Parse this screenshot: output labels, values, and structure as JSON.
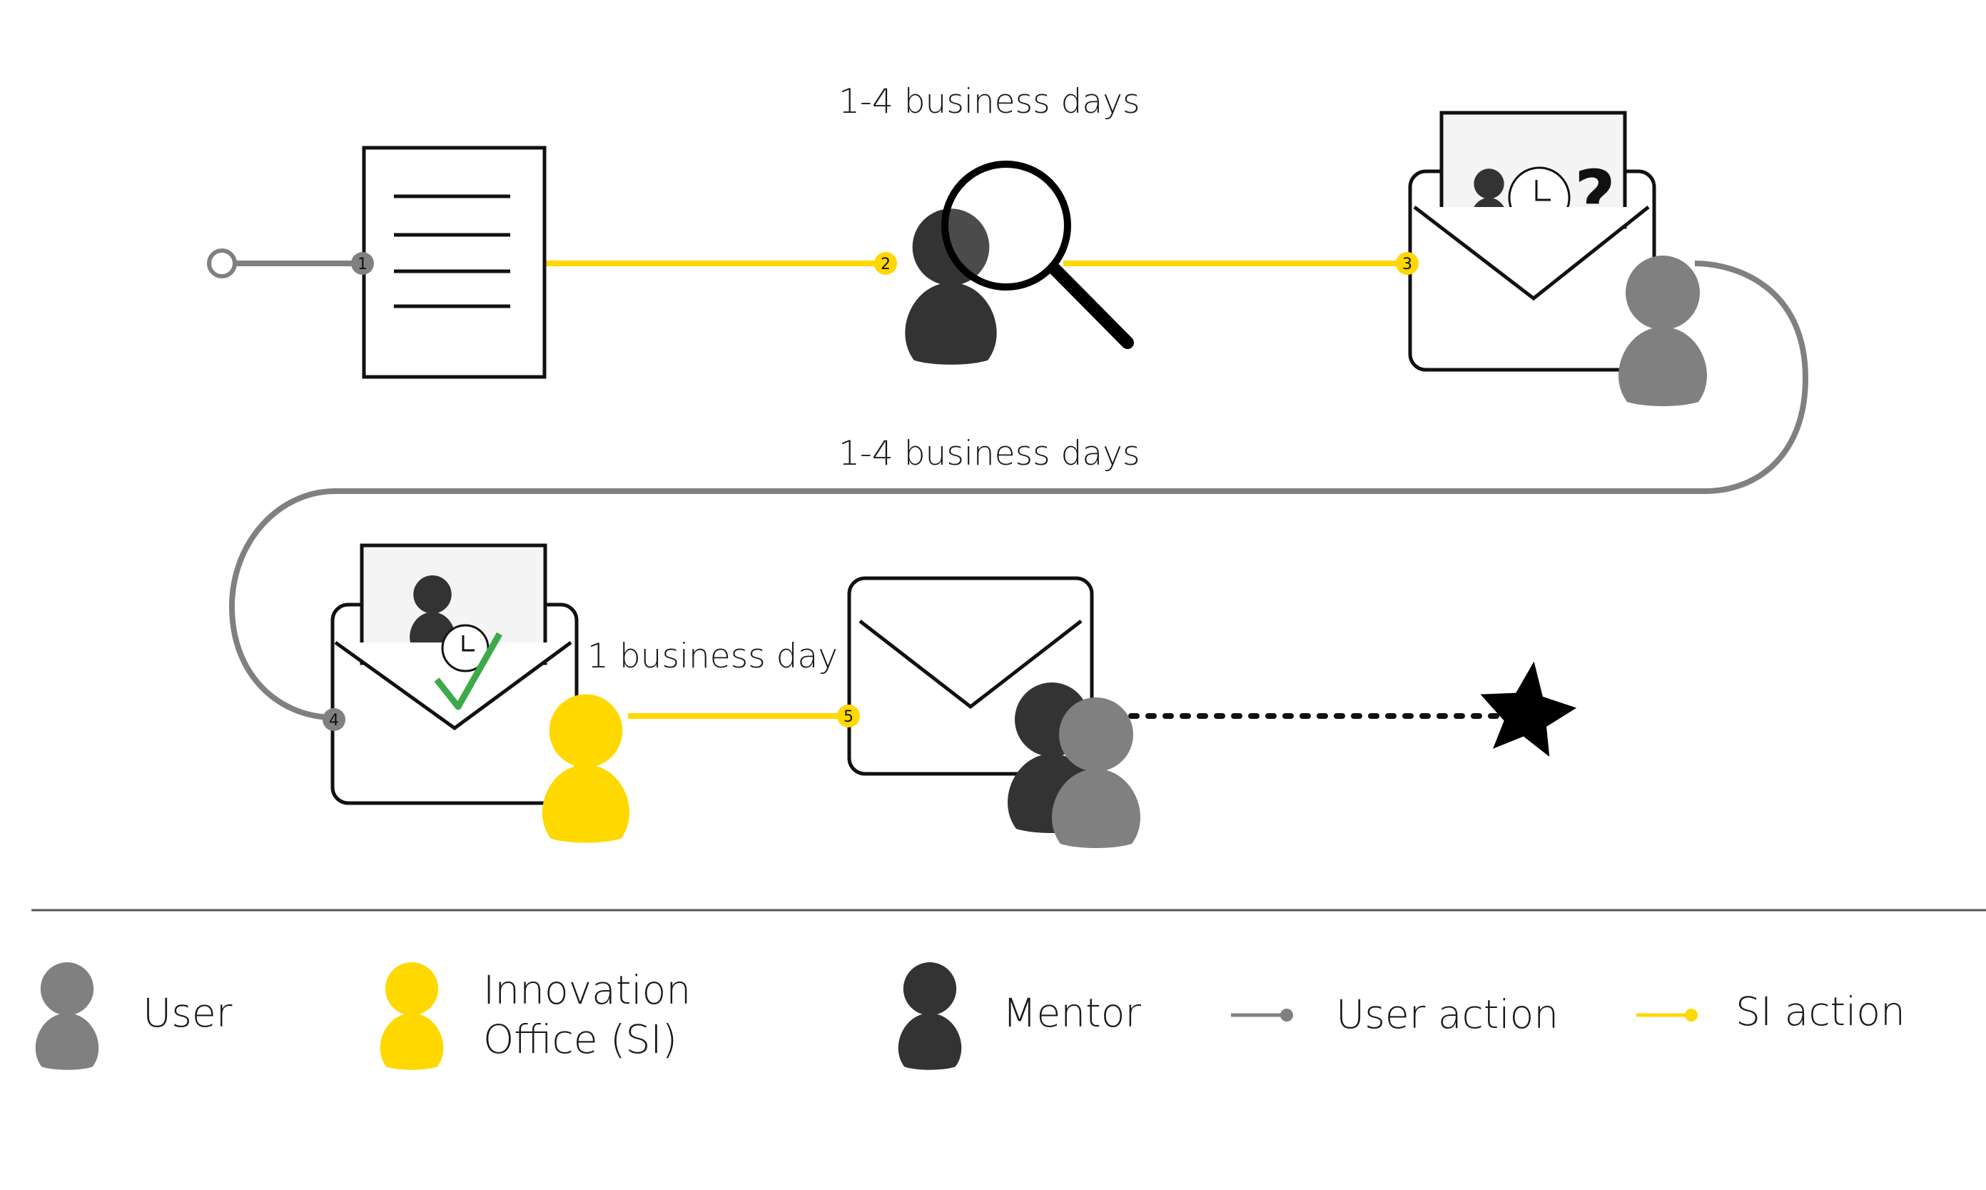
{
  "diagram": {
    "durations": {
      "top": "1-4 business days",
      "middle": "1-4 business days",
      "bottom": "1 business day"
    },
    "steps": [
      {
        "number": "1",
        "actor": "user"
      },
      {
        "number": "2",
        "actor": "si"
      },
      {
        "number": "3",
        "actor": "si"
      },
      {
        "number": "4",
        "actor": "user"
      },
      {
        "number": "5",
        "actor": "si"
      }
    ],
    "colors": {
      "user": "#808080",
      "si": "#FFD800",
      "mentor": "#333333",
      "user_line": "#808080",
      "si_line": "#FFD800",
      "check": "#3DAA4A"
    },
    "icons": [
      "document-icon",
      "magnifier-icon",
      "envelope-question-icon",
      "envelope-check-icon",
      "envelope-icon",
      "star-icon"
    ]
  },
  "legend": {
    "user": "User",
    "si_line1": "Innovation",
    "si_line2": "Office (SI)",
    "mentor": "Mentor",
    "user_action": "User action",
    "si_action": "SI action"
  }
}
